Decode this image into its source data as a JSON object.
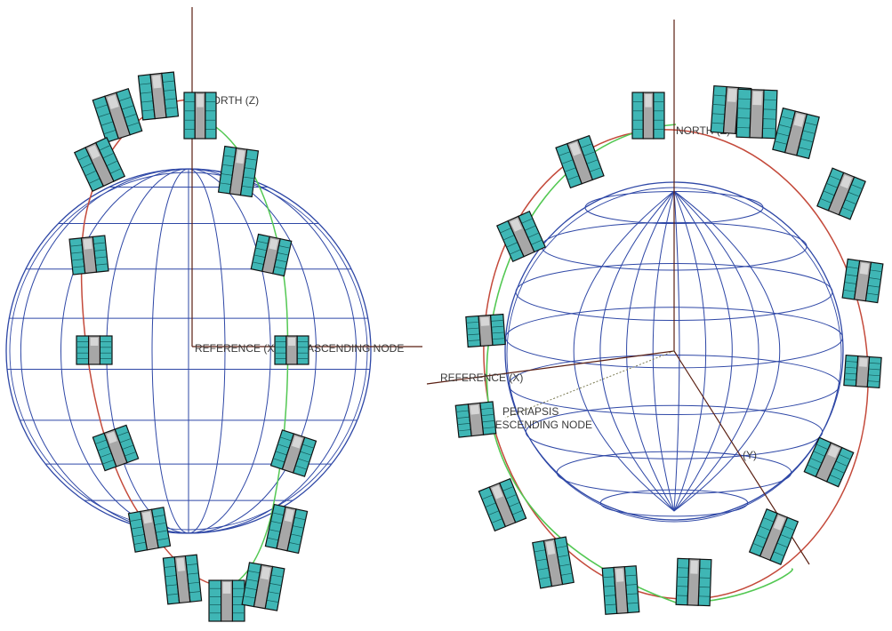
{
  "colors": {
    "sphere_lines": "#2e47a6",
    "axis": "#5a1f12",
    "orbit_red": "#c44a3b",
    "orbit_green": "#53c853",
    "panel_teal": "#3fb6b5",
    "panel_grid": "#155c5c",
    "body_grey": "#a7a7a7",
    "body_light": "#d6d6d6",
    "edge": "#111111"
  },
  "left_view": {
    "labels": {
      "north": "NORTH (Z)",
      "reference": "REFERENCE (X)",
      "ascending": "ASCENDING NODE"
    }
  },
  "right_view": {
    "labels": {
      "north": "NORTH (Z)",
      "reference": "REFERENCE (X)",
      "periapsis": "PERIAPSIS",
      "descending": "DESCENDING NODE",
      "y_axis": "(Y)"
    }
  }
}
